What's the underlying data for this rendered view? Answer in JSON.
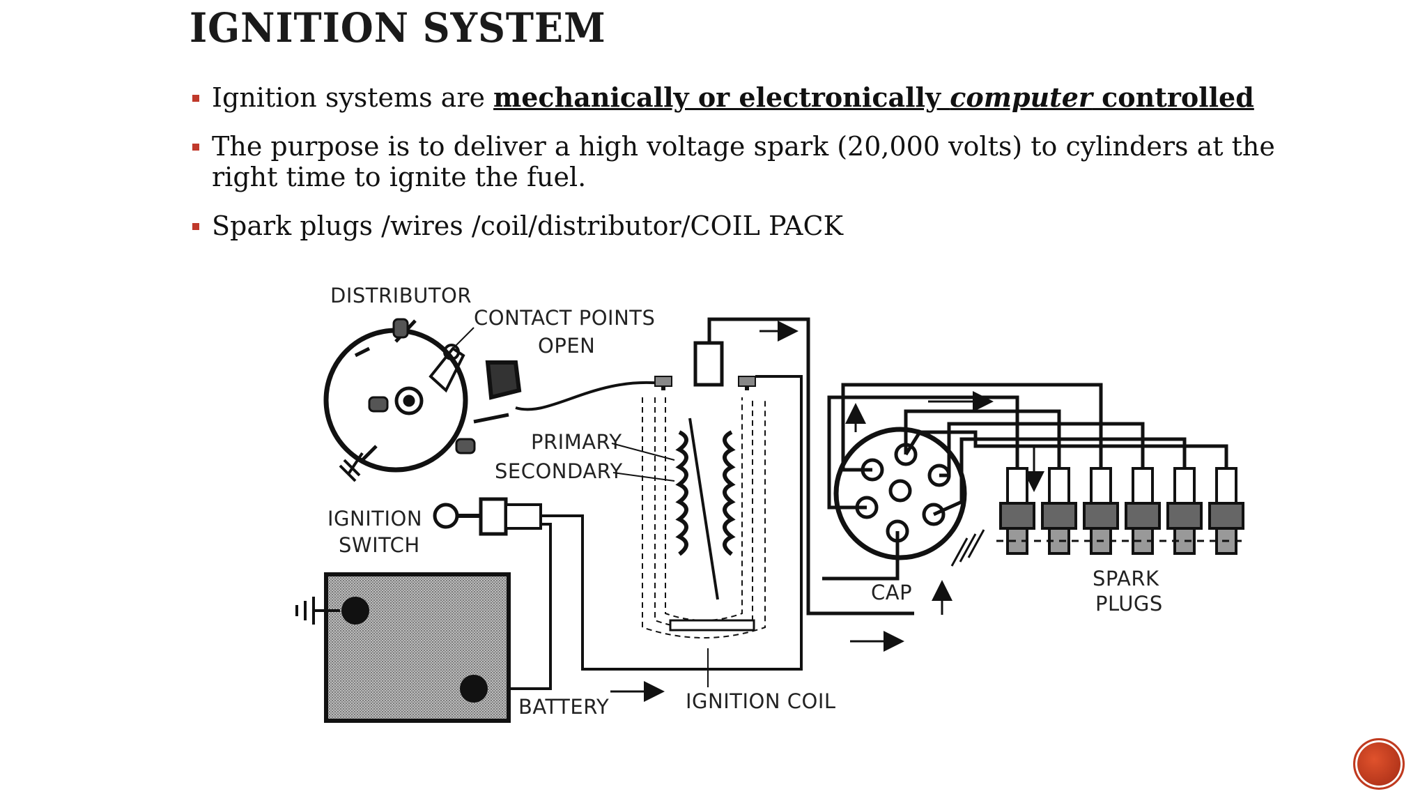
{
  "slide": {
    "title": "IGNITION SYSTEM",
    "bullets": [
      {
        "prefix": "Ignition systems are ",
        "u1": "mechanically or electronically  ",
        "u_italic": "computer",
        "u2": " controlled"
      },
      {
        "text": "The purpose is to deliver a high voltage spark (20,000 volts) to cylinders at the right time to ignite the fuel."
      },
      {
        "text": "Spark plugs /wires /coil/distributor/COIL PACK"
      }
    ]
  },
  "diagram": {
    "labels": {
      "distributor": "DISTRIBUTOR",
      "contact_points_1": "CONTACT POINTS",
      "contact_points_2": "OPEN",
      "primary": "PRIMARY",
      "secondary": "SECONDARY",
      "ignition_switch_1": "IGNITION",
      "ignition_switch_2": "SWITCH",
      "battery": "BATTERY",
      "ignition_coil": "IGNITION COIL",
      "cap": "CAP",
      "spark_plugs_1": "SPARK",
      "spark_plugs_2": "PLUGS"
    }
  },
  "colors": {
    "accent": "#c0392b",
    "text": "#111111"
  },
  "icons": {
    "bullet": "square-bullet-icon",
    "nav": "red-circle-nav-icon"
  }
}
